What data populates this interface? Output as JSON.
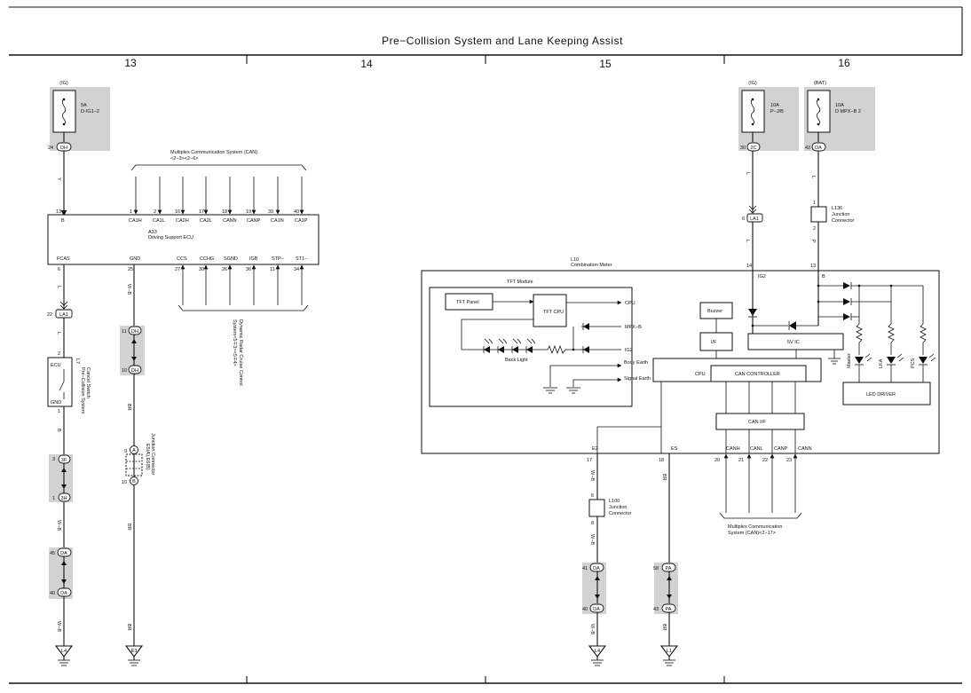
{
  "title": "Pre−Collision System and Lane Keeping Assist",
  "grid_columns": [
    "13",
    "14",
    "15",
    "16"
  ],
  "fuses": [
    {
      "supply": "(IG)",
      "rating": "5A",
      "name": "D-IG1−2",
      "pin": "24",
      "conn": "DH"
    },
    {
      "supply": "(IG)",
      "rating": "10A",
      "name": "P−J/B",
      "pin": "30",
      "conn": "2C"
    },
    {
      "supply": "(BAT)",
      "rating": "10A",
      "name": "D MPX−B 2",
      "pin": "42",
      "conn": "DA"
    }
  ],
  "can_top": {
    "label": "Multiplex Communication System (CAN)",
    "refs": "<2−3><2−6>"
  },
  "ecu": {
    "id": "A33",
    "name": "Driving Support ECU",
    "top_pins": [
      {
        "num": "13",
        "name": "B"
      },
      {
        "num": "1",
        "name": "CA1H"
      },
      {
        "num": "2",
        "name": "CA1L"
      },
      {
        "num": "16",
        "name": "CA2H"
      },
      {
        "num": "17",
        "name": "CA2L"
      },
      {
        "num": "18",
        "name": "CANN"
      },
      {
        "num": "19",
        "name": "CANP"
      },
      {
        "num": "39",
        "name": "CA1N"
      },
      {
        "num": "40",
        "name": "CA1P"
      }
    ],
    "bottom_pins": [
      {
        "num": "6",
        "name": "FCAS"
      },
      {
        "num": "25",
        "name": "GND"
      },
      {
        "num": "27",
        "name": "CCS"
      },
      {
        "num": "30",
        "name": "CCHG"
      },
      {
        "num": "26",
        "name": "SGND"
      },
      {
        "num": "36",
        "name": "IGB"
      },
      {
        "num": "11",
        "name": "STP−"
      },
      {
        "num": "34",
        "name": "ST1−"
      }
    ]
  },
  "radar_cruise": {
    "label": "Dynamic Radar Cruise Control",
    "refs": "System<5∓3><5∓4>"
  },
  "switch": {
    "id": "L7",
    "name": "Pre−Collision System",
    "name2": "Cancel Switch",
    "top": "ECU",
    "bottom": "GND",
    "pin_top": "2",
    "pin_bottom": "1"
  },
  "junction_e": {
    "id": "E5(A),E6(B)",
    "name": "Junction Connector",
    "pin_a_num": "9",
    "pin_a": "A",
    "pin_b_num": "10",
    "pin_b": "B"
  },
  "wire_colors": {
    "y": "Y",
    "l": "L",
    "b": "B",
    "wb": "W−B",
    "br": "BR",
    "p": "P"
  },
  "inline_connectors": [
    {
      "a": "22",
      "conn": "LA1"
    },
    {
      "a": "11",
      "conn": "DH"
    },
    {
      "a": "10",
      "conn": "DH"
    },
    {
      "a": "3",
      "conn": "3F"
    },
    {
      "a": "1",
      "conn": "3H"
    },
    {
      "a": "45",
      "conn": "DA"
    },
    {
      "a": "40",
      "conn": "DA"
    },
    {
      "a": "6",
      "conn": "LA1"
    },
    {
      "a": "41",
      "conn": "DA"
    },
    {
      "a": "40",
      "conn": "DA"
    },
    {
      "a": "58",
      "conn": "PA"
    },
    {
      "a": "43",
      "conn": "PA"
    }
  ],
  "grounds": [
    "L4",
    "E3",
    "L4",
    "L1"
  ],
  "l136": {
    "id": "L136",
    "name": "Junction",
    "name2": "Connector",
    "pin_top": "1",
    "pin_bottom": "2"
  },
  "l100": {
    "id": "L100",
    "name": "Junction",
    "name2": "Connector",
    "pin_top": "6",
    "pin_bottom": "8"
  },
  "meter": {
    "id": "L10",
    "name": "Combination Meter",
    "pin_ig2_num": "14",
    "pin_ig2": "IG2",
    "pin_b_num": "13",
    "pin_b": "B",
    "tft_module": "TFT Module",
    "tft_panel": "TFT Panel",
    "tft_cpu": "TFT CPU",
    "sig_cpu": "CPU",
    "sig_mpxb": "MPX−B",
    "sig_ig2": "IG2",
    "body_earth": "Body Earth",
    "signal_earth": "Signal Earth",
    "back_light": "Back Light",
    "buzzer": "Buzzer",
    "if": "I/F",
    "ic": "5V IC",
    "cpu": "CPU",
    "can_controller": "CAN CONTROLLER",
    "can_if": "CAN I/F",
    "led_driver": "LED DRIVER",
    "leds": [
      "Master",
      "LKA",
      "PCS"
    ],
    "bottom_pins": [
      {
        "num": "17",
        "name": "E2"
      },
      {
        "num": "18",
        "name": "ES"
      },
      {
        "num": "20",
        "name": "CANH"
      },
      {
        "num": "21",
        "name": "CANL"
      },
      {
        "num": "22",
        "name": "CANP"
      },
      {
        "num": "23",
        "name": "CANN"
      }
    ]
  },
  "can_bottom": {
    "label": "Multiplex Communication",
    "label2": "System (CAN)<2−17>"
  }
}
